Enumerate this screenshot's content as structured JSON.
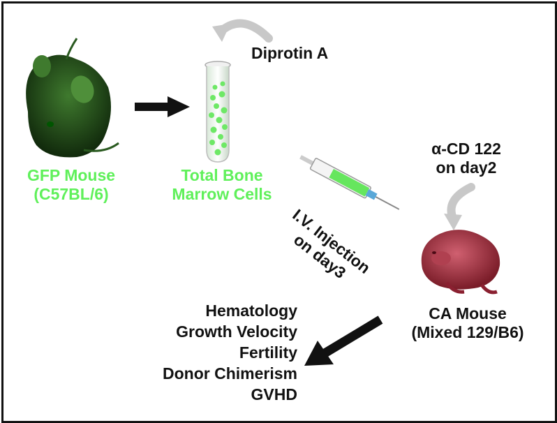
{
  "donor": {
    "line1": "GFP Mouse",
    "line2": "(C57BL/6)"
  },
  "cells": {
    "line1": "Total Bone",
    "line2": "Marrow Cells"
  },
  "treatment": {
    "label": "Diprotin A"
  },
  "antibody": {
    "line1": "α-CD 122",
    "line2": "on day2"
  },
  "injection": {
    "line1": "I.V. Injection",
    "line2": "on day3"
  },
  "recipient": {
    "line1": "CA Mouse",
    "line2": "(Mixed 129/B6)"
  },
  "outcomes": [
    "Hematology",
    "Growth Velocity",
    "Fertility",
    "Donor Chimerism",
    "GVHD"
  ],
  "colors": {
    "green": "#5ff05a",
    "black": "#111111",
    "pup": "#a0303a",
    "mouse": "#1f4a17",
    "arrow_gray": "#c8c8c8"
  }
}
